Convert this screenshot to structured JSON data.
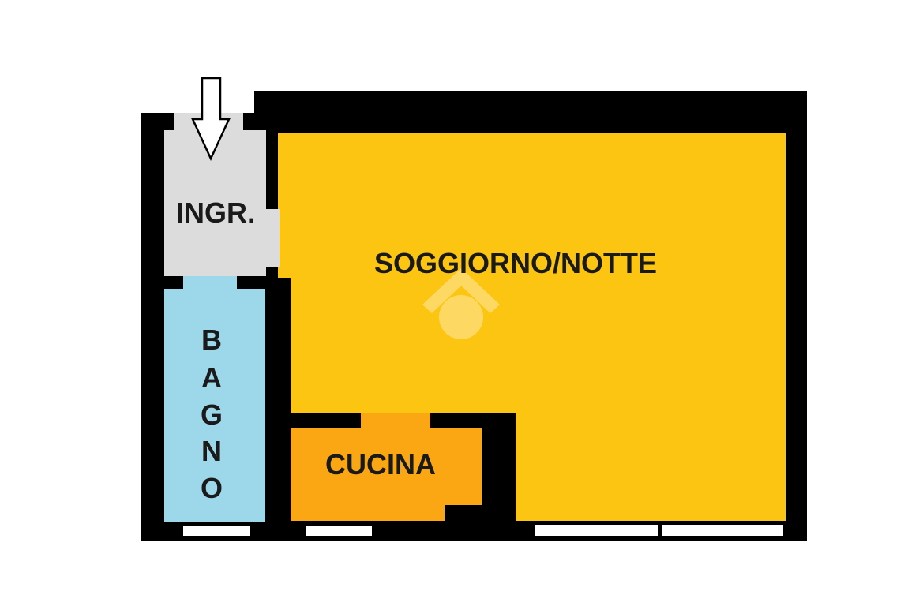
{
  "floorplan": {
    "rooms": {
      "ingresso": {
        "label": "INGR.",
        "color": "#dcdcdc"
      },
      "soggiorno": {
        "label": "SOGGIORNO/NOTTE",
        "color": "#fcc511"
      },
      "bagno": {
        "letters": [
          "B",
          "A",
          "G",
          "N",
          "O"
        ],
        "color": "#9cd8ea"
      },
      "cucina": {
        "label": "CUCINA",
        "color": "#fba713"
      }
    },
    "wall_color": "#000000",
    "window_color": "#ffffff",
    "entrance_marker": "down-arrow-icon",
    "watermark": "house-logo-icon"
  }
}
